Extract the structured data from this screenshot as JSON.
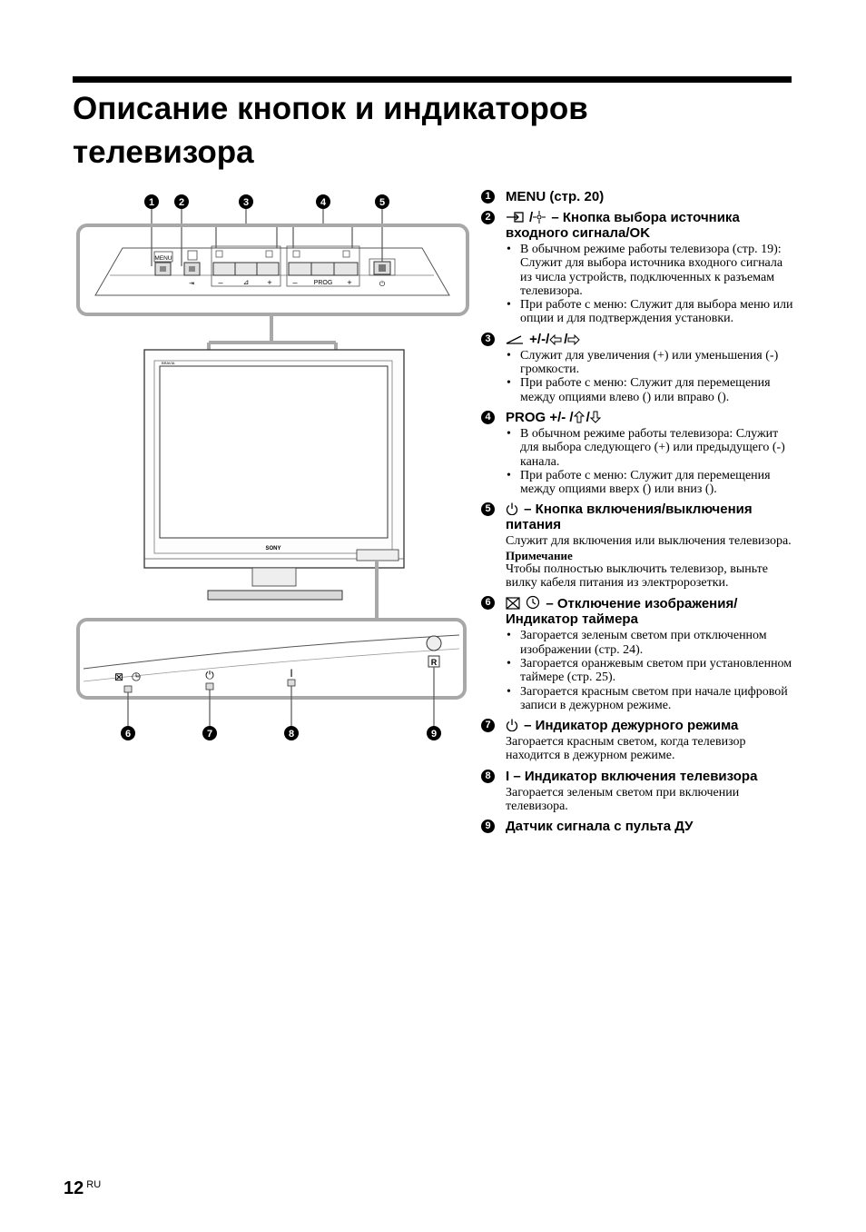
{
  "page": {
    "title_line1": "Описание кнопок и индикаторов",
    "title_line2": "телевизора",
    "number": "12",
    "lang": "RU"
  },
  "figure": {
    "callouts": [
      "1",
      "2",
      "3",
      "4",
      "5",
      "6",
      "7",
      "8",
      "9"
    ],
    "panel_labels": {
      "menu": "MENU",
      "minus": "–",
      "plus": "+",
      "prog": "PROG"
    },
    "tv_logo": "SONY",
    "tv_brand": "BRAVIA",
    "sensor_mark": "R",
    "power_led_label": "I"
  },
  "items": [
    {
      "num": "1",
      "title": "MENU (стр. 20)"
    },
    {
      "num": "2",
      "title": "– Кнопка выбора источника входного сигнала/OK",
      "bullets": [
        "В обычном режиме работы телевизора (стр. 19): Служит для выбора источника входного сигнала из числа устройств, подключенных к разъемам телевизора.",
        "При работе с меню: Служит для выбора меню или опции и для подтверждения установки."
      ]
    },
    {
      "num": "3",
      "title": "+/-/",
      "bullets": [
        "Служит для увеличения (+) или уменьшения (-) громкости.",
        "При работе с меню: Служит для перемещения между опциями влево () или вправо ()."
      ]
    },
    {
      "num": "4",
      "title": "PROG +/- /",
      "bullets": [
        "В обычном режиме работы телевизора: Служит для выбора следующего (+) или предыдущего (-) канала.",
        "При работе с меню: Служит для перемещения между опциями вверх () или вниз ()."
      ]
    },
    {
      "num": "5",
      "title": "– Кнопка включения/выключения питания",
      "text": "Служит для включения или выключения телевизора.",
      "note_title": "Примечание",
      "note_text": "Чтобы полностью выключить телевизор, выньте вилку кабеля питания из электророзетки."
    },
    {
      "num": "6",
      "title": "– Отключение изображения/ Индикатор таймера",
      "bullets": [
        "Загорается зеленым светом при отключенном изображении (стр. 24).",
        "Загорается оранжевым светом при установленном таймере (стр. 25).",
        "Загорается красным светом при начале цифровой записи в дежурном режиме."
      ]
    },
    {
      "num": "7",
      "title": "– Индикатор дежурного режима",
      "text": "Загорается красным светом, когда телевизор находится в дежурном режиме."
    },
    {
      "num": "8",
      "title": "I – Индикатор включения телевизора",
      "text": "Загорается зеленым светом при включении телевизора."
    },
    {
      "num": "9",
      "title": "Датчик сигнала с пульта ДУ"
    }
  ]
}
